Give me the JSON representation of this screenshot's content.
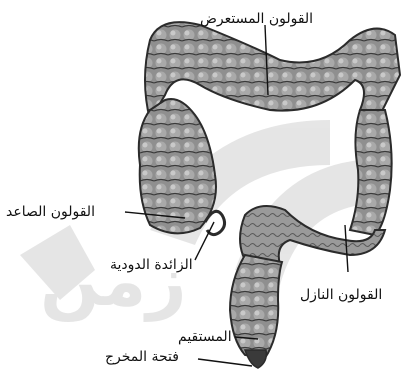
{
  "labels": {
    "transverse_colon": "القولون المستعرض",
    "ascending_colon": "القولون الصاعد",
    "appendix": "الزائدة الدودية",
    "descending_colon": "القولون النازل",
    "rectum": "المستقيم",
    "anus": "فتحة المخرج"
  },
  "colors": {
    "tissue_fill": "#8f8f8f",
    "tissue_dark": "#3a3a3a",
    "tissue_light": "#c4c4c4",
    "watermark": "#e3e3e3",
    "leader_line": "#111111"
  }
}
